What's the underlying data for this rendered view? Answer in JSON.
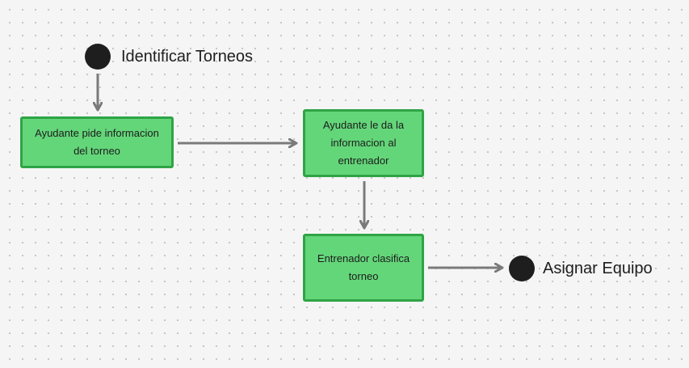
{
  "diagram": {
    "start": {
      "label": "Identificar Torneos"
    },
    "end": {
      "label": "Asignar Equipo"
    },
    "steps": [
      {
        "label": "Ayudante pide informacion del torneo"
      },
      {
        "label": "Ayudante le da la informacion al entrenador"
      },
      {
        "label": "Entrenador clasifica torneo"
      }
    ],
    "colors": {
      "node_fill": "#64d67a",
      "node_border": "#2fa446",
      "terminal": "#1e1e1e",
      "arrow": "#7a7a7a"
    }
  }
}
